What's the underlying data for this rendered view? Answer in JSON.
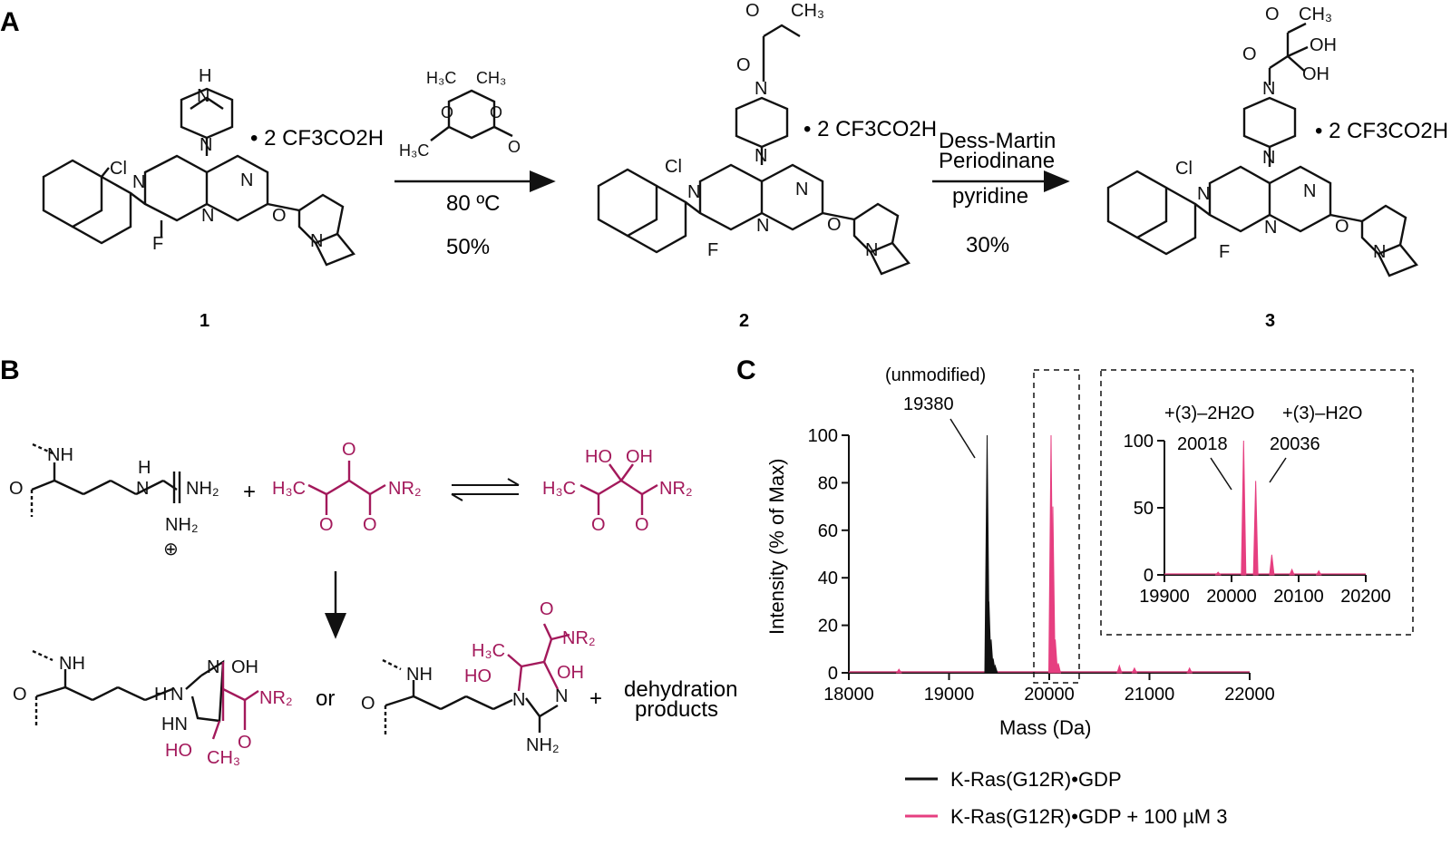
{
  "panels": {
    "a": "A",
    "b": "B",
    "c": "C"
  },
  "scheme_a": {
    "compound_numbers": [
      "1",
      "2",
      "3"
    ],
    "salt": "• 2 CF3CO2H",
    "reaction1": {
      "conditions": "80 ºC",
      "yield": "50%"
    },
    "reaction2": {
      "reagent_line1": "Dess-Martin",
      "reagent_line2": "Periodinane",
      "solvent": "pyridine",
      "yield": "30%"
    }
  },
  "scheme_b": {
    "plus": "+",
    "or": "or",
    "dehydration_line1": "dehydration",
    "dehydration_line2": "products"
  },
  "colors": {
    "black": "#111111",
    "magenta": "#a3195b",
    "pink": "#e63f80"
  },
  "chart_data": [
    {
      "type": "line",
      "xlabel": "Mass (Da)",
      "ylabel": "Intensity (% of Max)",
      "xlim": [
        18000,
        22000
      ],
      "ylim": [
        0,
        100
      ],
      "x_ticks": [
        18000,
        19000,
        20000,
        21000,
        22000
      ],
      "y_ticks": [
        0,
        20,
        40,
        60,
        80,
        100
      ],
      "annotations": [
        {
          "text": "(unmodified)"
        },
        {
          "text": "19380"
        }
      ],
      "series": [
        {
          "name": "K-Ras(G12R)•GDP",
          "color": "#111111",
          "peaks": [
            [
              19380,
              100
            ],
            [
              19398,
              30
            ],
            [
              19420,
              14
            ],
            [
              19440,
              6
            ],
            [
              19460,
              3
            ]
          ]
        },
        {
          "name": "K-Ras(G12R)•GDP + 100 µM 3",
          "color": "#e63f80",
          "peaks": [
            [
              20018,
              100
            ],
            [
              20036,
              70
            ],
            [
              20060,
              14
            ],
            [
              20090,
              4
            ],
            [
              20700,
              3
            ],
            [
              20850,
              2
            ],
            [
              21400,
              2
            ],
            [
              18500,
              1.5
            ]
          ]
        }
      ]
    },
    {
      "type": "line",
      "xlim": [
        19900,
        20200
      ],
      "ylim": [
        0,
        100
      ],
      "x_ticks": [
        19900,
        20000,
        20100,
        20200
      ],
      "y_ticks": [
        0,
        50,
        100
      ],
      "annotations": [
        {
          "text": "+(3)–2H2O",
          "value": "20018"
        },
        {
          "text": "+(3)–H2O",
          "value": "20036"
        }
      ],
      "series": [
        {
          "name": "K-Ras(G12R)•GDP + 100 µM 3",
          "color": "#e63f80",
          "peaks": [
            [
              20018,
              100
            ],
            [
              20036,
              70
            ],
            [
              20060,
              15
            ],
            [
              20090,
              4
            ],
            [
              20130,
              3
            ],
            [
              19980,
              2
            ]
          ]
        }
      ]
    }
  ]
}
